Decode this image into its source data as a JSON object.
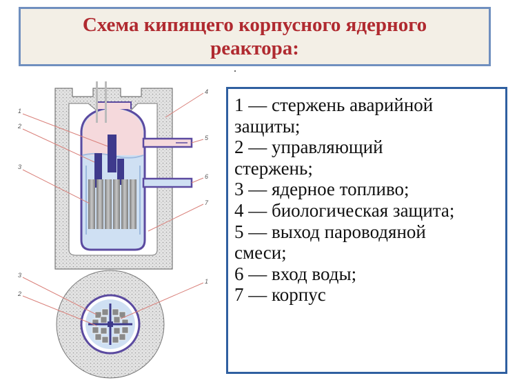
{
  "title": {
    "line1": "Схема кипящего корпусного ядерного",
    "line2": "реактора:"
  },
  "legend": [
    "1 — стержень аварийной",
    "защиты;",
    "2 — управляющий",
    "стержень;",
    "3 — ядерное топливо;",
    "4 — биологическая защита;",
    "5 — выход пароводяной",
    "смеси;",
    "6 — вход воды;",
    "7 — корпус"
  ],
  "callouts": [
    "1",
    "2",
    "3",
    "4",
    "5",
    "6",
    "7",
    "3",
    "2",
    "1"
  ],
  "colors": {
    "title_text": "#b02a30",
    "title_bg": "#f3efe6",
    "title_border": "#6f8fbf",
    "legend_border": "#2f5fa0",
    "vessel": "#5b4aa0",
    "concrete": "#d9d9d9",
    "steam": "#f5d9dc",
    "water": "#cfe0f3",
    "rods": "#3e3a8c",
    "fuel": "#9a9a9a",
    "leader": "#d9807a"
  }
}
